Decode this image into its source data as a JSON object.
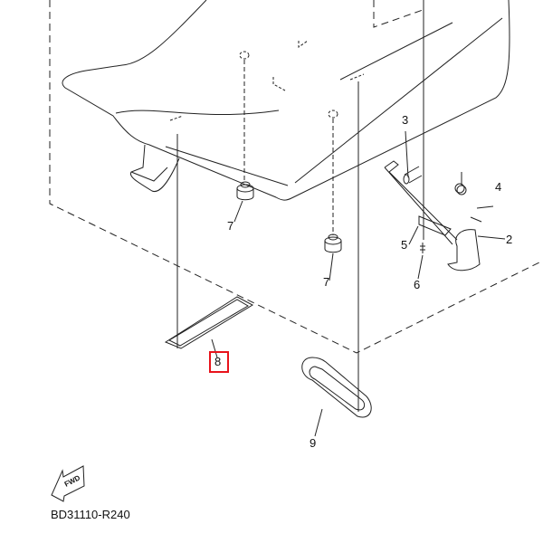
{
  "diagram_code": "BD31110-R240",
  "fwd_label": "FWD",
  "highlight_color": "#e8131b",
  "callouts": [
    {
      "id": "2",
      "label": "2"
    },
    {
      "id": "3",
      "label": "3"
    },
    {
      "id": "4",
      "label": "4"
    },
    {
      "id": "5",
      "label": "5"
    },
    {
      "id": "6",
      "label": "6"
    },
    {
      "id": "7a",
      "label": "7"
    },
    {
      "id": "7b",
      "label": "7"
    },
    {
      "id": "8",
      "label": "8",
      "highlighted": true
    },
    {
      "id": "9",
      "label": "9"
    }
  ]
}
